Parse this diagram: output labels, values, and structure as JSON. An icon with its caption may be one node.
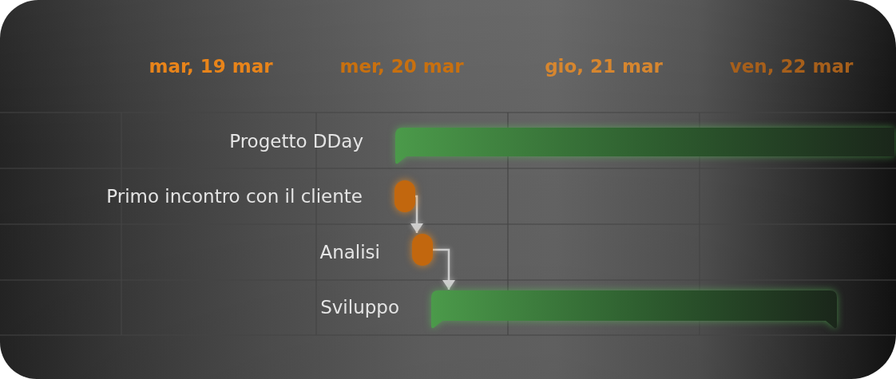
{
  "diagram": {
    "nodes": [
      {
        "text": [],
        "shape": "bar",
        "beside": [
          "Progetto DDay"
        ]
      },
      {
        "text": [],
        "shape": "box",
        "beside": [
          "Primo incontro con il cliente"
        ]
      },
      {
        "text": [],
        "shape": "box",
        "beside": [
          "Analisi"
        ]
      },
      {
        "text": [],
        "shape": "bar",
        "beside": [
          "Sviluppo"
        ]
      }
    ],
    "edges": [
      {
        "from": 1,
        "to": 2,
        "arrow": "to"
      },
      {
        "from": 2,
        "to": 3,
        "arrow": "to"
      }
    ],
    "labels": [
      "mar, 19 mar",
      "mer, 20 mar",
      "gio, 21 mar",
      "ven, 22 mar"
    ]
  }
}
